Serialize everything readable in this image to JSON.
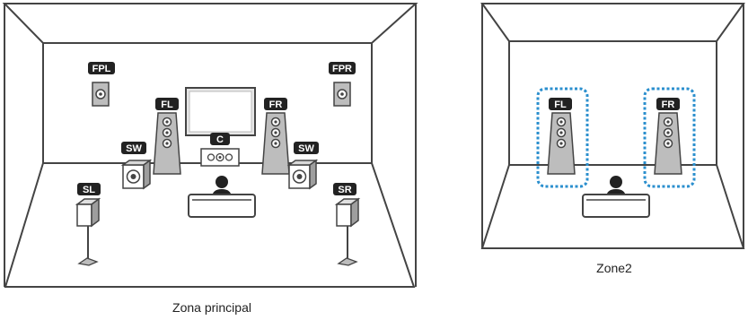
{
  "zones": [
    {
      "caption": "Zona principal",
      "speakers": {
        "fpl": "FPL",
        "fpr": "FPR",
        "fl": "FL",
        "fr": "FR",
        "c": "C",
        "sw_left": "SW",
        "sw_right": "SW",
        "sl": "SL",
        "sr": "SR"
      }
    },
    {
      "caption": "Zone2",
      "speakers": {
        "fl": "FL",
        "fr": "FR"
      }
    }
  ],
  "colors": {
    "line": "#444444",
    "label_bg": "#222222",
    "label_text": "#ffffff",
    "speaker_fill": "#bdbdbd",
    "screen_fill": "#e6e6e6",
    "highlight": "#2b8fce"
  }
}
